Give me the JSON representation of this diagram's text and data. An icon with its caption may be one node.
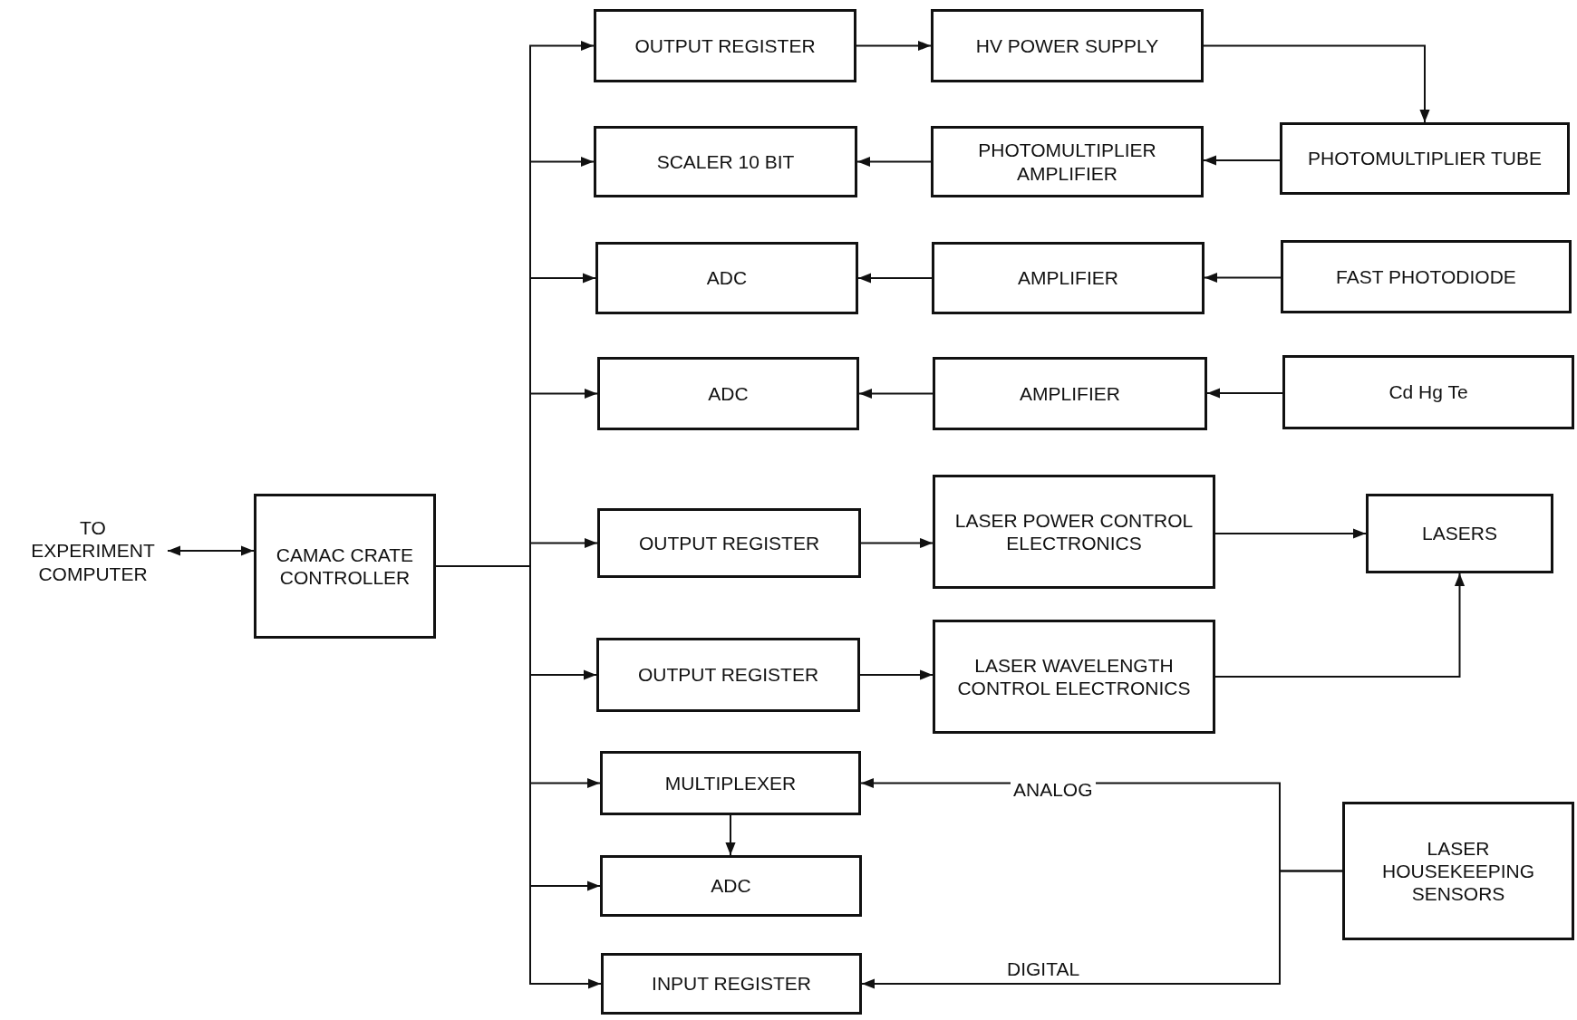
{
  "diagram": {
    "nodes": [
      {
        "text": [
          "TO EXPERIMENT COMPUTER"
        ]
      },
      {
        "text": [
          "CAMAC CRATE CONTROLLER"
        ]
      },
      {
        "text": [
          "OUTPUT REGISTER"
        ]
      },
      {
        "text": [
          "HV POWER SUPPLY"
        ]
      },
      {
        "text": [
          "SCALER 10 BIT"
        ]
      },
      {
        "text": [
          "PHOTOMULTIPLIER AMPLIFIER"
        ]
      },
      {
        "text": [
          "PHOTOMULTIPLIER TUBE"
        ]
      },
      {
        "text": [
          "ADC"
        ]
      },
      {
        "text": [
          "AMPLIFIER"
        ]
      },
      {
        "text": [
          "FAST PHOTODIODE"
        ]
      },
      {
        "text": [
          "ADC"
        ]
      },
      {
        "text": [
          "AMPLIFIER"
        ]
      },
      {
        "text": [
          "Cd Hg Te"
        ]
      },
      {
        "text": [
          "OUTPUT REGISTER"
        ]
      },
      {
        "text": [
          "LASER POWER CONTROL ELECTRONICS"
        ]
      },
      {
        "text": [
          "LASERS"
        ]
      },
      {
        "text": [
          "OUTPUT REGISTER"
        ]
      },
      {
        "text": [
          "LASER WAVELENGTH CONTROL ELECTRONICS"
        ]
      },
      {
        "text": [
          "MULTIPLEXER"
        ]
      },
      {
        "text": [
          "ADC"
        ]
      },
      {
        "text": [
          "INPUT REGISTER"
        ]
      },
      {
        "text": [
          "LASER HOUSEKEEPING SENSORS"
        ]
      }
    ],
    "edges": [
      {
        "from": 0,
        "to": 1,
        "arrow": "both"
      },
      {
        "from": 1,
        "to": 2,
        "arrow": "to"
      },
      {
        "from": 1,
        "to": 4,
        "arrow": "to"
      },
      {
        "from": 1,
        "to": 7,
        "arrow": "to"
      },
      {
        "from": 1,
        "to": 10,
        "arrow": "to"
      },
      {
        "from": 1,
        "to": 13,
        "arrow": "to"
      },
      {
        "from": 1,
        "to": 16,
        "arrow": "to"
      },
      {
        "from": 1,
        "to": 18,
        "arrow": "to"
      },
      {
        "from": 1,
        "to": 19,
        "arrow": "to"
      },
      {
        "from": 1,
        "to": 20,
        "arrow": "to"
      },
      {
        "from": 2,
        "to": 3,
        "arrow": "to"
      },
      {
        "from": 3,
        "to": 6,
        "arrow": "to"
      },
      {
        "from": 6,
        "to": 5,
        "arrow": "to"
      },
      {
        "from": 5,
        "to": 4,
        "arrow": "to"
      },
      {
        "from": 9,
        "to": 8,
        "arrow": "to"
      },
      {
        "from": 8,
        "to": 7,
        "arrow": "to"
      },
      {
        "from": 12,
        "to": 11,
        "arrow": "to"
      },
      {
        "from": 11,
        "to": 10,
        "arrow": "to"
      },
      {
        "from": 13,
        "to": 14,
        "arrow": "to"
      },
      {
        "from": 14,
        "to": 15,
        "arrow": "to"
      },
      {
        "from": 16,
        "to": 17,
        "arrow": "to"
      },
      {
        "from": 17,
        "to": 15,
        "arrow": "to"
      },
      {
        "from": 18,
        "to": 19,
        "arrow": "to"
      },
      {
        "from": 21,
        "to": 18,
        "arrow": "to",
        "label": "ANALOG"
      },
      {
        "from": 21,
        "to": 20,
        "arrow": "to",
        "label": "DIGITAL"
      }
    ]
  }
}
